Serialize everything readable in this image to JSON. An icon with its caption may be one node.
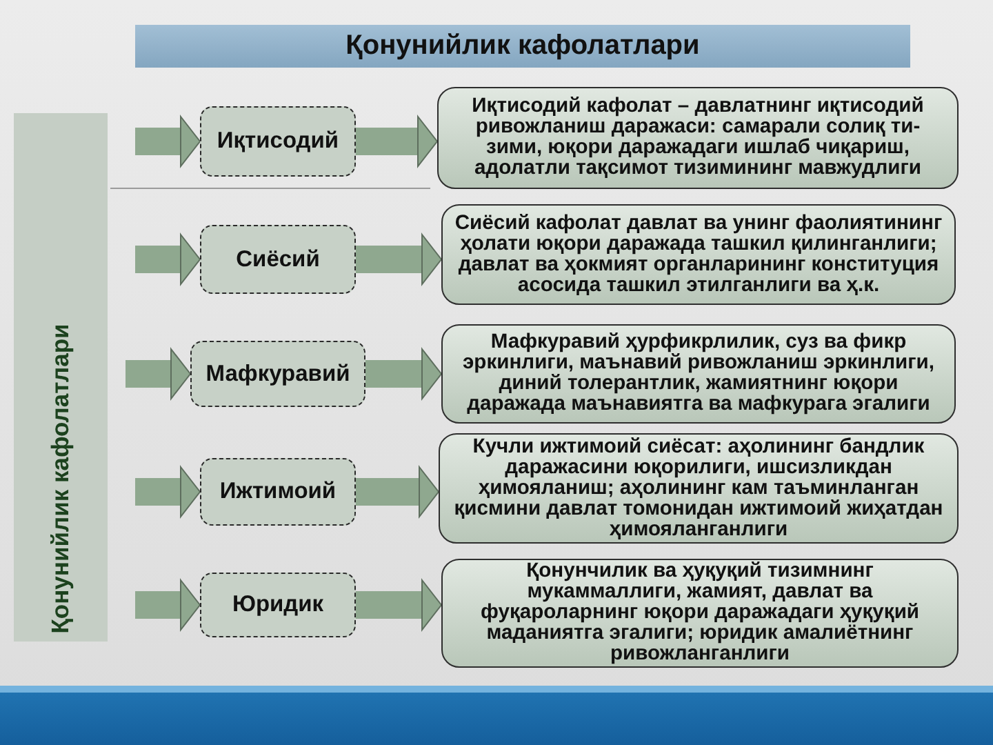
{
  "diagram": {
    "title": "Қонунийлик кафолатлари",
    "nodes": [
      {
        "text": [
          "Қонунийлик кафолатлари"
        ]
      },
      {
        "text": [
          "Иқтисодий"
        ]
      },
      {
        "text": [
          "Иқтисодий кафолат – давлатнинг иқтисодий ривожланиш даражаси: самарали солиқ ти- зими, юқори даражадаги ишлаб чиқариш, адолатли тақсимот тизимининг мавжудлиги"
        ]
      },
      {
        "text": [
          "Сиёсий"
        ]
      },
      {
        "text": [
          "Сиёсий кафолат давлат ва унинг фаолиятининг ҳолати юқори даражада ташкил қилинганлиги; давлат ва ҳокмият органларининг конституция асосида ташкил этилганлиги ва ҳ.к."
        ]
      },
      {
        "text": [
          "Мафкуравий"
        ]
      },
      {
        "text": [
          "Мафкуравий ҳурфикрлилик, суз ва фикр эркинлиги, маънавий ривожланиш эркинлиги, диний толерантлик, жамиятнинг юқори даражада маънавиятга ва мафкурага эгалиги"
        ]
      },
      {
        "text": [
          "Ижтимоий"
        ]
      },
      {
        "text": [
          "Кучли ижтимоий сиёсат: аҳолининг бандлик даражасини юқорилиги, ишсизликдан ҳимояланиш; аҳолининг кам таъминланган қисмини давлат томонидан ижтимоий жиҳатдан ҳимояланганлиги"
        ]
      },
      {
        "text": [
          "Юридик"
        ]
      },
      {
        "text": [
          "Қонунчилик ва ҳуқуқий тизимнинг мукаммаллиги, жамият, давлат ва фуқароларнинг юқори даражадаги ҳуқуқий маданиятга эгалиги; юридик амалиётнинг ривожланганлиги"
        ]
      }
    ],
    "edges": [
      {
        "from": null,
        "to": 1,
        "arrow": "to"
      },
      {
        "from": 1,
        "to": 2,
        "arrow": "to"
      },
      {
        "from": null,
        "to": 3,
        "arrow": "to"
      },
      {
        "from": 3,
        "to": 4,
        "arrow": "to"
      },
      {
        "from": null,
        "to": 5,
        "arrow": "to"
      },
      {
        "from": 5,
        "to": 6,
        "arrow": "to"
      },
      {
        "from": null,
        "to": 7,
        "arrow": "to"
      },
      {
        "from": 7,
        "to": 8,
        "arrow": "to"
      },
      {
        "from": null,
        "to": 9,
        "arrow": "to"
      },
      {
        "from": 9,
        "to": 10,
        "arrow": "to"
      }
    ]
  }
}
